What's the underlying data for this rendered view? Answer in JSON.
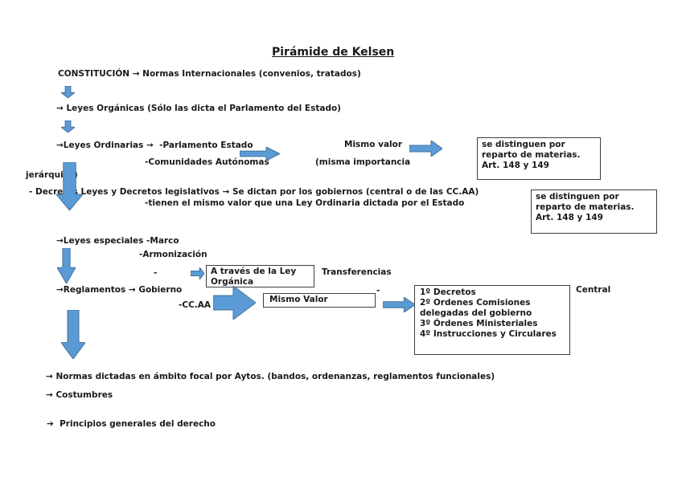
{
  "title": "Pirámide de Kelsen",
  "colors": {
    "arrow_fill": "#5b9bd5",
    "arrow_border": "#41719c",
    "text_color": "#1a1a1a",
    "box_border": "#3f3f3f"
  },
  "levels": {
    "constitucion": "CONSTITUCIÓN → Normas Internacionales (convenios, tratados)",
    "leyes_organicas": "→ Leyes Orgánicas (Sólo las dicta el Parlamento del Estado)",
    "leyes_ordinarias": "→Leyes Ordinarias →  -Parlamento Estado",
    "mismo_valor_label": "Mismo valor",
    "comunidades_autonomas": "-Comunidades Autónomas",
    "misma_importancia": "(misma importancia",
    "jerarquica": "jerárquica)",
    "decretos_leyes": "- Decretos Leyes y Decretos legislativos → Se dictan por los gobiernos (central o de las CC.AA)",
    "decretos_leyes_2": "-tienen el mismo valor que una Ley Ordinaria dictada por el Estado",
    "leyes_especiales": "→Leyes especiales -Marco",
    "armonizacion": "-Armonización",
    "dash_armonizacion": "-",
    "transferencias": "Transferencias",
    "reglamentos": "→Reglamentos → Gobierno",
    "ccaa": "-CC.AA",
    "dash_transferencias": "-",
    "central": "Central",
    "normas_aytos": "→ Normas dictadas en ámbito focal por Aytos. (bandos, ordenanzas, reglamentos funcionales)",
    "costumbres": "→ Costumbres",
    "principios": "➔  Principios generales del derecho"
  },
  "boxes": {
    "materias_top": {
      "lines": [
        "se distinguen por",
        "reparto de materias.",
        "Art. 148 y 149"
      ]
    },
    "materias_bottom": {
      "lines": [
        "se distinguen por",
        "reparto de materias.",
        "Art. 148 y 149"
      ]
    },
    "ley_organica": {
      "lines": [
        "A través de la Ley",
        "Orgánica"
      ]
    },
    "mismo_valor": {
      "text": "Mismo Valor"
    },
    "decretos": {
      "lines": [
        "1º Decretos",
        "2º Ordenes Comisiones",
        "delegadas del gobierno",
        "3º Órdenes Ministeriales",
        "4º Instrucciones y Circulares"
      ]
    }
  }
}
